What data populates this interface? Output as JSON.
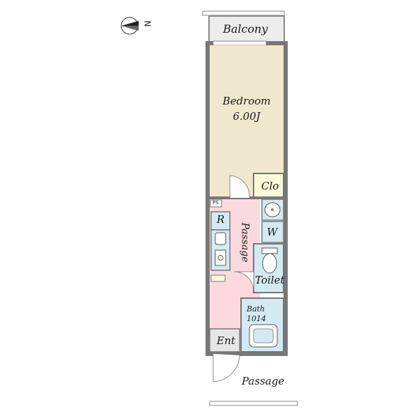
{
  "compass": {
    "label": "N"
  },
  "rooms": {
    "balcony": "Balcony",
    "bedroom": "Bedroom",
    "bedroom_size": "6.00J",
    "closet": "Clo",
    "passage_inner": "Passage",
    "refrigerator": "R",
    "washer": "W",
    "toilet": "Toilet",
    "bath": "Bath",
    "bath_size": "1014",
    "entrance": "Ent",
    "passage_outer": "Passage",
    "pipe_space": "PS"
  },
  "colors": {
    "bedroom_floor": "#efe8cf",
    "passage_floor": "#fbd9df",
    "wet_area": "#d4eaf2",
    "closet_floor": "#fbfbd9",
    "entrance_floor": "#e6e6e6",
    "balcony_floor": "#ececec",
    "wall": "#777777"
  }
}
